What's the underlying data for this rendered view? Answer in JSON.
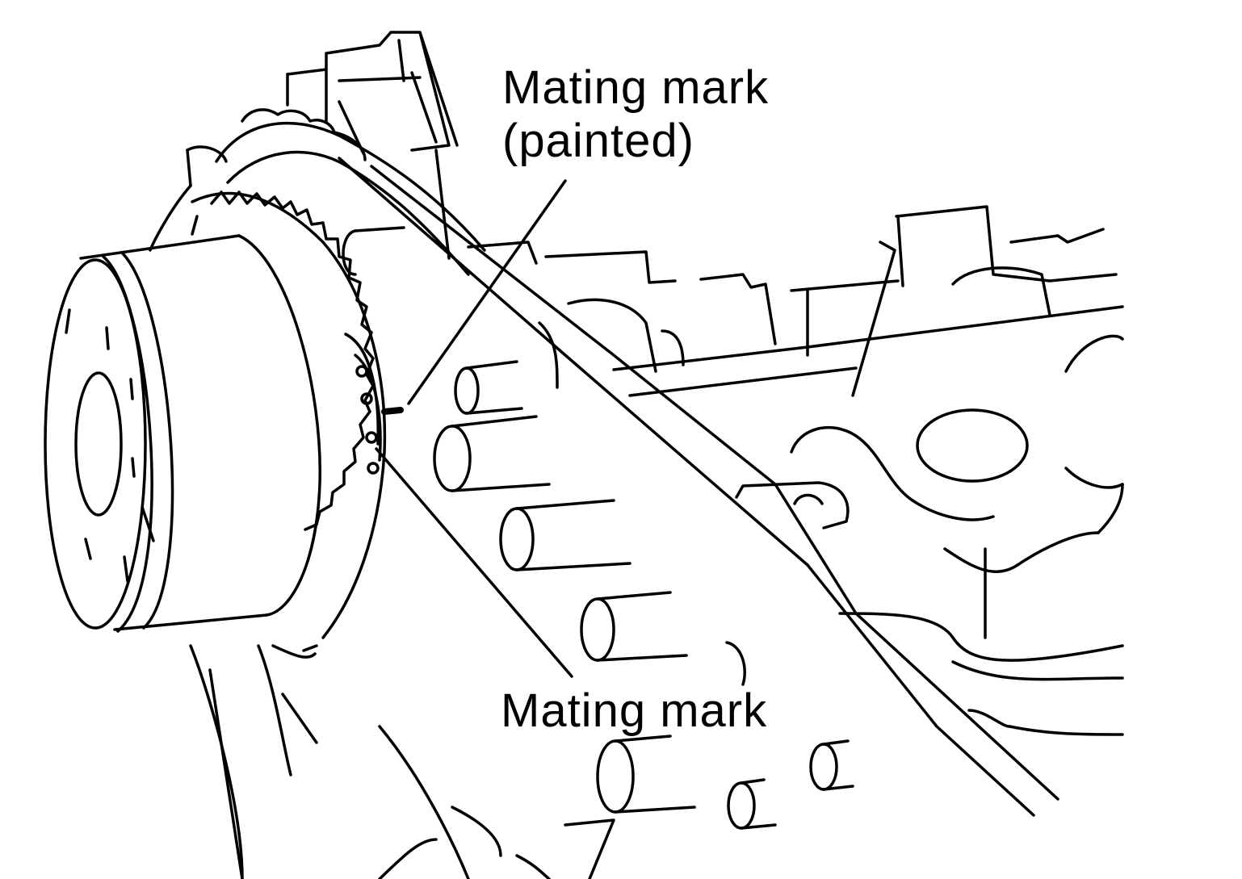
{
  "labels": {
    "painted_mark_line1": "Mating mark",
    "painted_mark_line2": "(painted)",
    "lower_mark": "Mating mark"
  },
  "colors": {
    "line": "#000000",
    "background": "#ffffff"
  }
}
